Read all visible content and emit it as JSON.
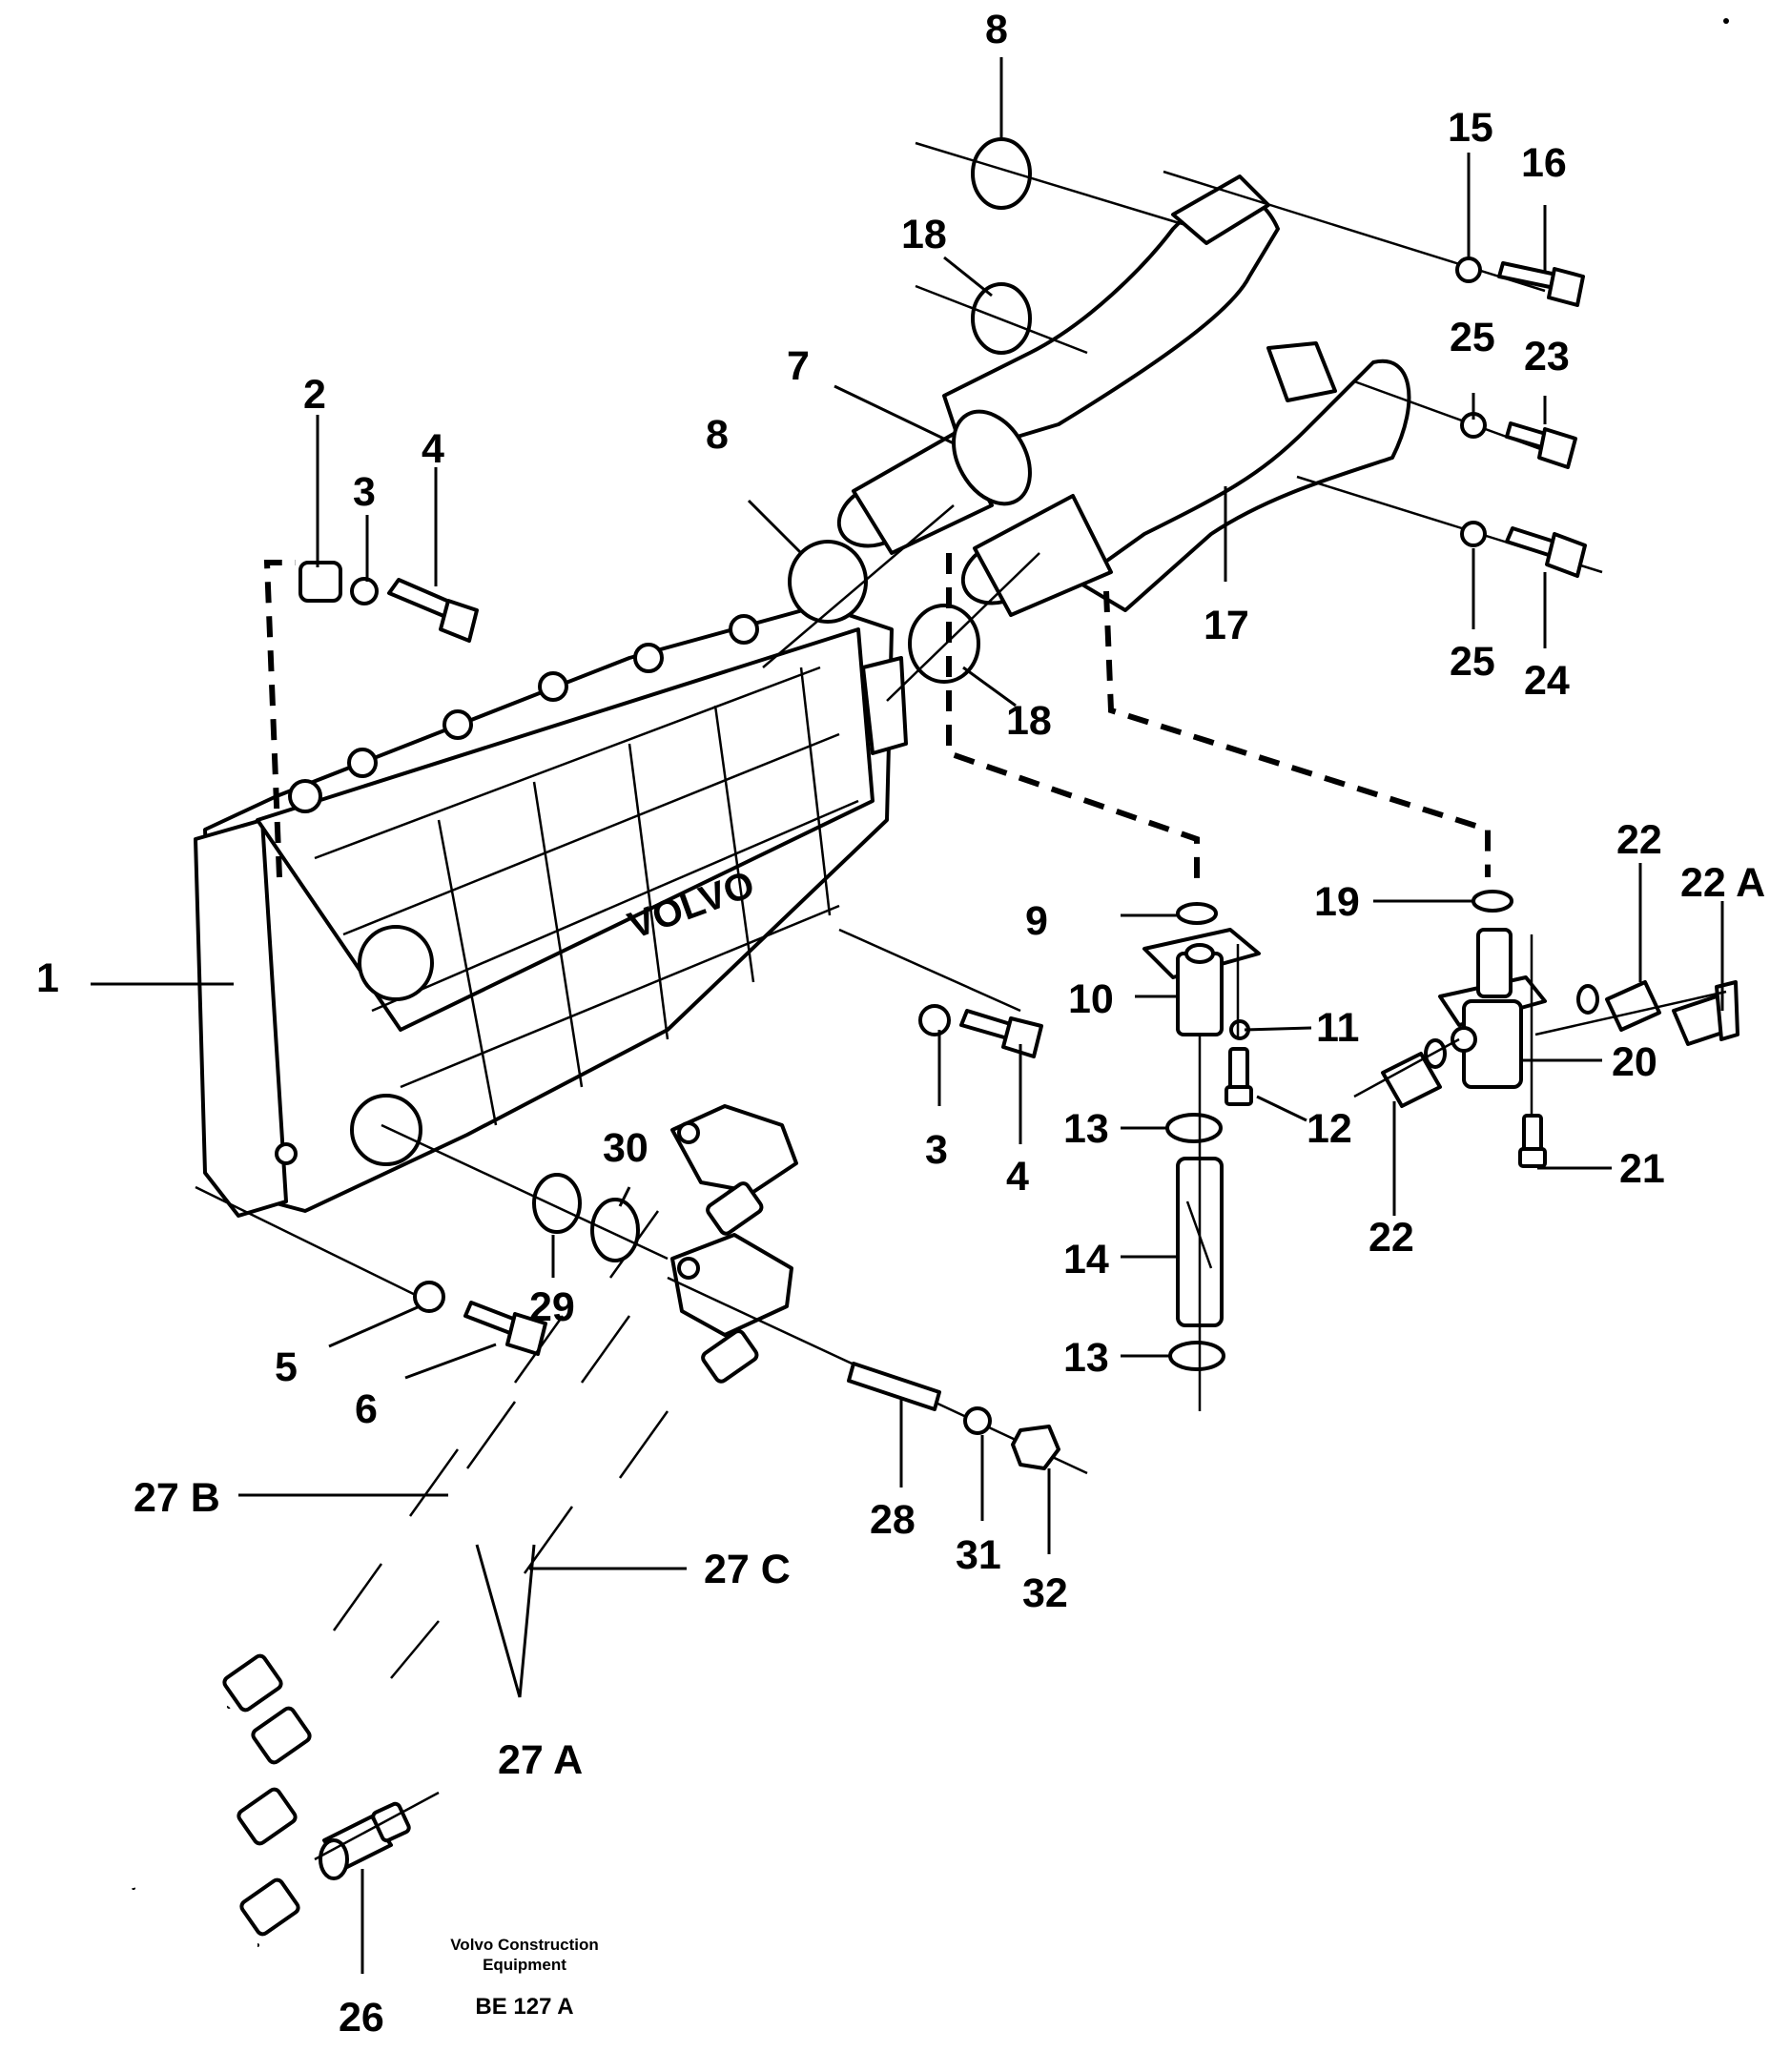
{
  "diagram": {
    "brand_on_housing": "VOLVO",
    "footer": {
      "company_line1": "Volvo Construction",
      "company_line2": "Equipment",
      "code": "BE 127 A"
    },
    "callouts": {
      "c1": "1",
      "c2": "2",
      "c3a": "3",
      "c4a": "4",
      "c3b": "3",
      "c4b": "4",
      "c5": "5",
      "c6": "6",
      "c7": "7",
      "c8a": "8",
      "c8b": "8",
      "c9": "9",
      "c10": "10",
      "c11": "11",
      "c12": "12",
      "c13a": "13",
      "c13b": "13",
      "c14": "14",
      "c15": "15",
      "c16": "16",
      "c17": "17",
      "c18a": "18",
      "c18b": "18",
      "c19": "19",
      "c20": "20",
      "c21": "21",
      "c22a": "22",
      "c22b": "22",
      "c22A": "22 A",
      "c23": "23",
      "c24": "24",
      "c25a": "25",
      "c25b": "25",
      "c26": "26",
      "c27A": "27 A",
      "c27B": "27 B",
      "c27C": "27 C",
      "c28": "28",
      "c29": "29",
      "c30": "30",
      "c31": "31",
      "c32": "32"
    }
  }
}
